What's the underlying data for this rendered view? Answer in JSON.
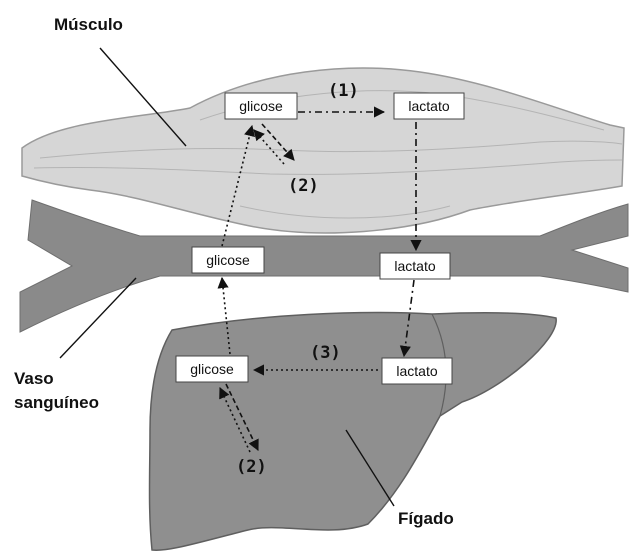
{
  "labels": {
    "muscle": "Músculo",
    "vessel_line1": "Vaso",
    "vessel_line2": "sanguíneo",
    "liver": "Fígado"
  },
  "boxes": {
    "muscle_glucose": "glicose",
    "muscle_lactate": "lactato",
    "blood_glucose": "glicose",
    "blood_lactate": "lactato",
    "liver_glucose": "glicose",
    "liver_lactate": "lactato"
  },
  "steps": {
    "muscle_glycolysis": "(1)",
    "muscle_glycogen": "(2)",
    "liver_gluconeogenesis": "(3)",
    "liver_glycogen": "(2)"
  },
  "colors": {
    "muscle_fill": "#d6d6d6",
    "muscle_stroke": "#9a9a9a",
    "vessel_fill": "#8a8a8a",
    "liver_fill": "#8f8f8f",
    "arrow": "#111111"
  }
}
